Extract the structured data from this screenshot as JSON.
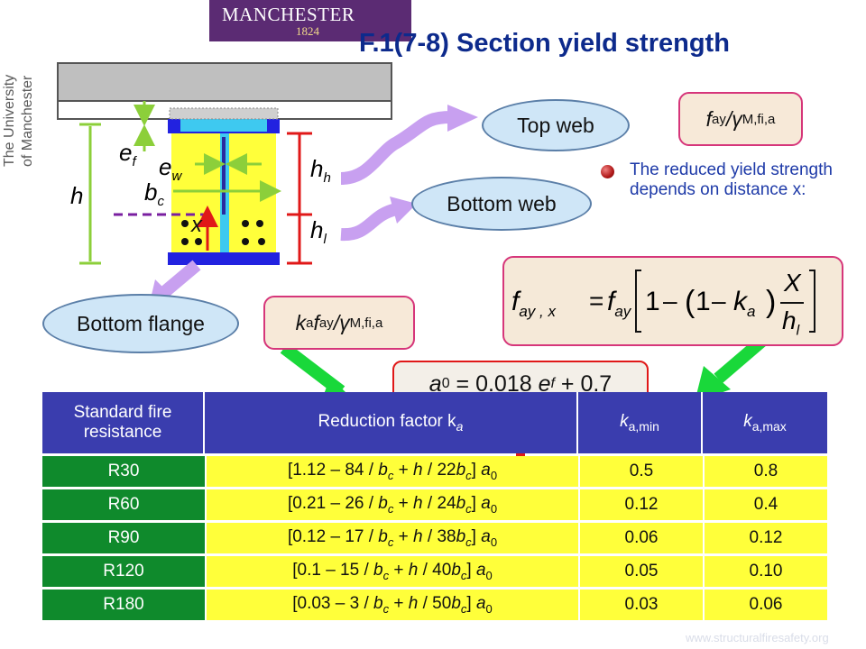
{
  "logo": {
    "name": "MANCHESTER",
    "year": "1824"
  },
  "university": {
    "line1": "The University",
    "line2": "of Manchester"
  },
  "title": "F.1(7-8) Section yield strength",
  "diagram": {
    "label_h": "h",
    "label_ef": "e",
    "label_ef_sub": "f",
    "label_ew": "e",
    "label_ew_sub": "w",
    "label_bc": "b",
    "label_bc_sub": "c",
    "label_x": "x",
    "label_hh": "h",
    "label_hh_sub": "h",
    "label_hl": "h",
    "label_hl_sub": "l"
  },
  "ovals": {
    "top_web": "Top web",
    "bottom_web": "Bottom web",
    "bottom_flange": "Bottom flange"
  },
  "boxes": {
    "fay_main": "f",
    "fay_sub": "ay",
    "fay_gamma": "/γ",
    "fay_gamma_sub": "M,fi,a",
    "ka_main": "k",
    "ka_sub": "a",
    "ka_f": "f",
    "ka_f_sub": "ay",
    "ka_gamma": "/γ",
    "ka_gamma_sub": "M,fi,a"
  },
  "bullet_text": "The reduced yield strength depends on distance x:",
  "formula": {
    "f": "f",
    "sub_ayx": "ay , x",
    "eq": "=",
    "sub_ay": "ay",
    "one": "1",
    "minus": "–",
    "ka": "k",
    "ka_sub": "a",
    "X": "X",
    "h": "h",
    "h_sub": "l"
  },
  "a0": {
    "a": "a",
    "sub": "0",
    "rest": " = 0.018 ",
    "e": "e",
    "e_sub": "f",
    "tail": " + 0.7"
  },
  "table": {
    "headers": {
      "col1": "Standard fire resistance",
      "col2": "Reduction factor k",
      "col2_sub": "a",
      "col3": "k",
      "col3_sub": "a,min",
      "col4": "k",
      "col4_sub": "a,max"
    },
    "rows": [
      {
        "r": "R30",
        "f1": "[1.12 – 84 / ",
        "f2": " + ",
        "f3": " / 22",
        "f4": "] ",
        "kmin": "0.5",
        "kmax": "0.8"
      },
      {
        "r": "R60",
        "f1": "[0.21 – 26 / ",
        "f2": " + ",
        "f3": " / 24",
        "f4": "] ",
        "kmin": "0.12",
        "kmax": "0.4"
      },
      {
        "r": "R90",
        "f1": "[0.12 – 17 / ",
        "f2": " + ",
        "f3": " / 38",
        "f4": "] ",
        "kmin": "0.06",
        "kmax": "0.12"
      },
      {
        "r": "R120",
        "f1": "[0.1 – 15 / ",
        "f2": " + ",
        "f3": " / 40",
        "f4": "] ",
        "kmin": "0.05",
        "kmax": "0.10"
      },
      {
        "r": "R180",
        "f1": "[0.03 – 3 / ",
        "f2": " + ",
        "f3": " / 50",
        "f4": "] ",
        "kmin": "0.03",
        "kmax": "0.06"
      }
    ],
    "sym": {
      "b": "b",
      "c": "c",
      "h": "h",
      "a": "a",
      "zero": "0"
    }
  },
  "footer": "www.structuralfiresafety.org"
}
